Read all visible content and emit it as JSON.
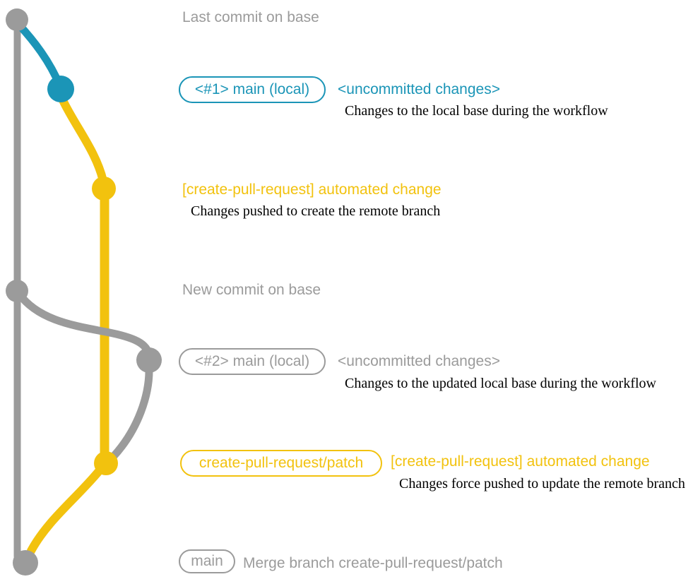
{
  "colors": {
    "gray": "#9b9b9b",
    "teal": "#1b95b7",
    "yellow": "#f2c20e",
    "text": "#000000"
  },
  "graph": {
    "branches": [
      {
        "id": "base",
        "name": "base (main)",
        "color": "gray"
      },
      {
        "id": "main-local",
        "name": "main (local)",
        "color_1": "teal",
        "color_2": "gray"
      },
      {
        "id": "create-pull-request-patch",
        "name": "create-pull-request/patch",
        "color": "yellow"
      }
    ],
    "commits": [
      {
        "id": "last-commit-on-base",
        "branch": "base",
        "color": "gray"
      },
      {
        "id": "uncommitted-1-main-local",
        "branch": "main-local",
        "color": "teal"
      },
      {
        "id": "automated-change-1",
        "branch": "create-pull-request-patch",
        "color": "yellow"
      },
      {
        "id": "new-commit-on-base",
        "branch": "base",
        "color": "gray"
      },
      {
        "id": "uncommitted-2-main-local",
        "branch": "main-local",
        "color": "gray"
      },
      {
        "id": "automated-change-2",
        "branch": "create-pull-request-patch",
        "color": "yellow"
      },
      {
        "id": "merge-commit",
        "branch": "base",
        "color": "gray"
      }
    ]
  },
  "annotations": {
    "last_commit_label": "Last commit on base",
    "row1": {
      "badge": "<#1> main (local)",
      "heading": "<uncommitted changes>",
      "description": "Changes to the local base during the workflow"
    },
    "row2": {
      "heading": "[create-pull-request] automated change",
      "description": "Changes pushed to create the remote branch"
    },
    "new_commit_label": "New commit on base",
    "row3": {
      "badge": "<#2> main (local)",
      "heading": "<uncommitted changes>",
      "description": "Changes to the updated local base during the workflow"
    },
    "row4": {
      "badge": "create-pull-request/patch",
      "heading": "[create-pull-request] automated change",
      "description": "Changes force pushed to update the remote branch"
    },
    "row5": {
      "badge": "main",
      "message": "Merge branch create-pull-request/patch"
    }
  }
}
